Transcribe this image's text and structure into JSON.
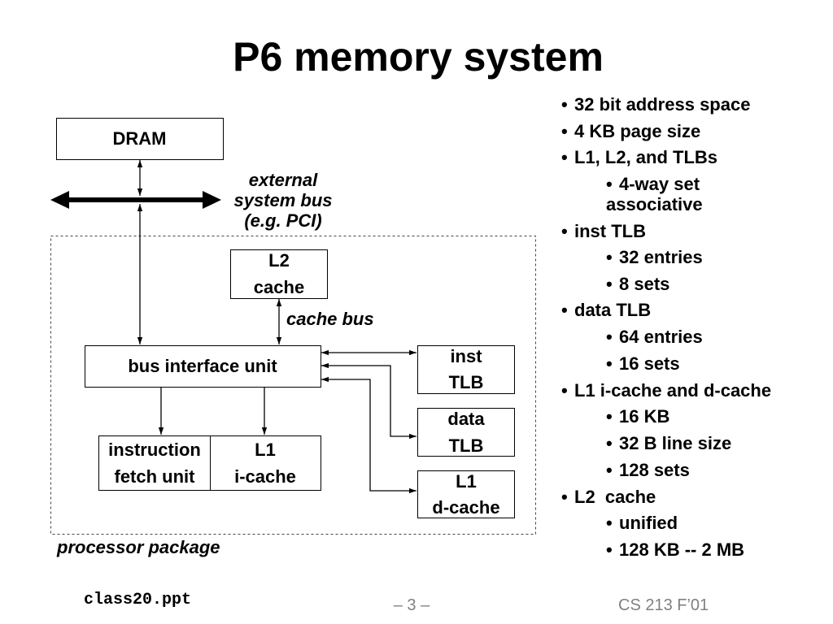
{
  "slide": {
    "title": "P6 memory system",
    "footer": {
      "filename": "class20.ppt",
      "page": "– 3 –",
      "course": "CS 213 F’01"
    }
  },
  "diagram": {
    "dram": "DRAM",
    "external_bus_label": [
      "external",
      "system bus",
      "(e.g. PCI)"
    ],
    "l2_cache": [
      "L2",
      "cache"
    ],
    "cache_bus_label": "cache bus",
    "bus_interface_unit": "bus interface unit",
    "inst_tlb": [
      "inst",
      "TLB"
    ],
    "data_tlb": [
      "data",
      "TLB"
    ],
    "l1_dcache": [
      "L1",
      "d-cache"
    ],
    "instruction_fetch_unit": [
      "instruction",
      "fetch unit"
    ],
    "l1_icache": [
      "L1",
      "i-cache"
    ],
    "package_label": "processor package"
  },
  "bullets": [
    {
      "text": "32 bit address space"
    },
    {
      "text": "4 KB page size"
    },
    {
      "text": "L1, L2, and TLBs",
      "sub": [
        "4-way set associative"
      ]
    },
    {
      "text": "inst TLB",
      "sub": [
        "32 entries",
        "8 sets"
      ]
    },
    {
      "text": "data TLB",
      "sub": [
        "64 entries",
        "16 sets"
      ]
    },
    {
      "text": "L1 i-cache and d-cache",
      "sub": [
        "16 KB",
        "32 B line size",
        "128 sets"
      ]
    },
    {
      "text": "L2  cache",
      "sub": [
        "unified",
        "128 KB -- 2 MB"
      ]
    }
  ],
  "colors": {
    "text": "#000000",
    "footer_text": "#808080",
    "background": "#ffffff"
  }
}
